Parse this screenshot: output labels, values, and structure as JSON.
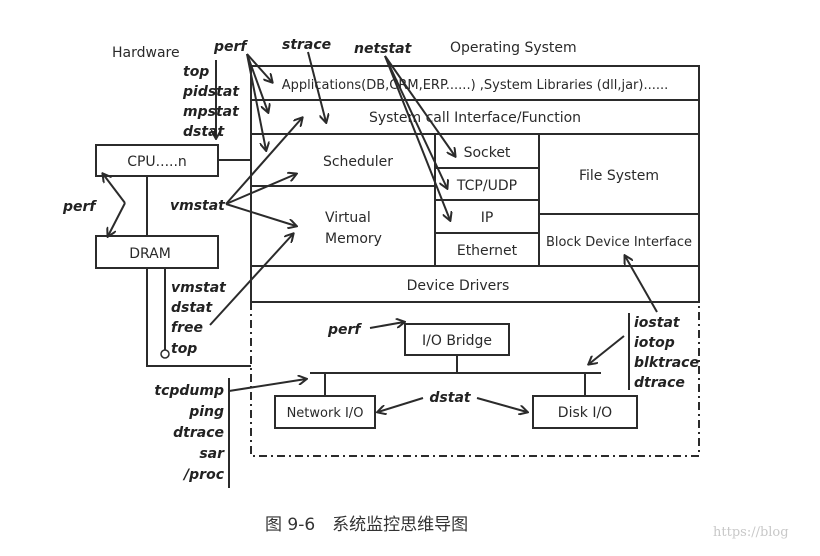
{
  "header": {
    "hardware": "Hardware",
    "operating_system": "Operating System"
  },
  "os_layers": {
    "applications": "Applications(DB,CRM,ERP......) ,System Libraries (dll,jar)......",
    "syscall": "System call Interface/Function",
    "scheduler": "Scheduler",
    "virtual_memory_1": "Virtual",
    "virtual_memory_2": "Memory",
    "socket": "Socket",
    "tcp_udp": "TCP/UDP",
    "ip": "IP",
    "ethernet": "Ethernet",
    "file_system": "File  System",
    "block_device": "Block Device Interface",
    "device_drivers": "Device Drivers"
  },
  "hardware_boxes": {
    "cpu": "CPU.....n",
    "dram": "DRAM",
    "io_bridge": "I/O Bridge",
    "network_io": "Network I/O",
    "disk_io": "Disk I/O"
  },
  "tools": {
    "perf_top": "perf",
    "strace": "strace",
    "netstat": "netstat",
    "cpu_tools": [
      "top",
      "pidstat",
      "mpstat",
      "dstat"
    ],
    "perf_left": "perf",
    "vmstat_mid": "vmstat",
    "mem_tools": [
      "vmstat",
      "dstat",
      "free",
      "top"
    ],
    "perf_bridge": "perf",
    "io_tools": [
      "iostat",
      "iotop",
      "blktrace",
      "dtrace"
    ],
    "net_tools": [
      "tcpdump",
      "ping",
      "dtrace",
      "sar",
      "/proc"
    ],
    "dstat_bottom": "dstat"
  },
  "caption": "图 9-6　系统监控思维导图",
  "watermark": "https://blog"
}
